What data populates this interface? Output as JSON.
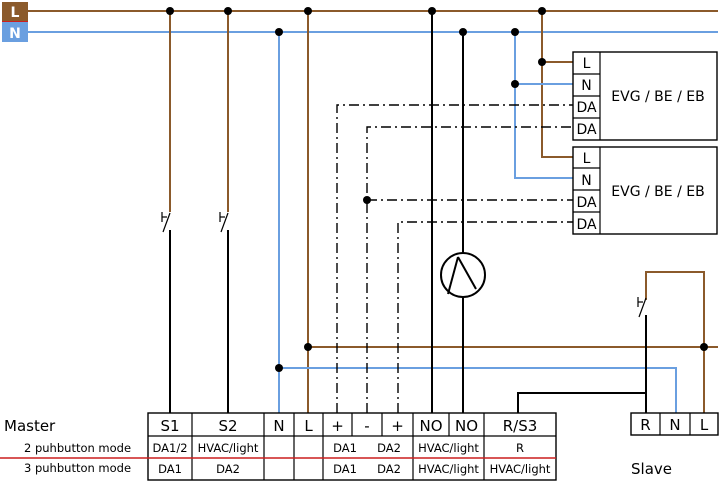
{
  "rails": {
    "line": "L",
    "neutral": "N"
  },
  "colors": {
    "live": "#8b5a2b",
    "neutral": "#6a9fe0",
    "rail_red": "#cc1f1f",
    "control": "#000000",
    "divider": "#cc1f1f"
  },
  "ballasts": [
    {
      "title": "EVG / BE / EB",
      "pins": [
        "L",
        "N",
        "DA",
        "DA"
      ]
    },
    {
      "title": "EVG / BE / EB",
      "pins": [
        "L",
        "N",
        "DA",
        "DA"
      ]
    }
  ],
  "master": {
    "title": "Master",
    "terminals": [
      "S1",
      "S2",
      "N",
      "L",
      "+",
      "-",
      "+",
      "NO",
      "NO",
      "R/S3"
    ],
    "modes": [
      {
        "label": "2 puhbutton mode",
        "s1": "DA1/2",
        "s2": "HVAC/light",
        "da1": "DA1",
        "da2": "DA2",
        "no": "HVAC/light",
        "rs3": "R"
      },
      {
        "label": "3 puhbutton mode",
        "s1": "DA1",
        "s2": "DA2",
        "da1": "DA1",
        "da2": "DA2",
        "no": "HVAC/light",
        "rs3": "HVAC/light"
      }
    ]
  },
  "slave": {
    "title": "Slave",
    "terminals": [
      "R",
      "N",
      "L"
    ]
  }
}
